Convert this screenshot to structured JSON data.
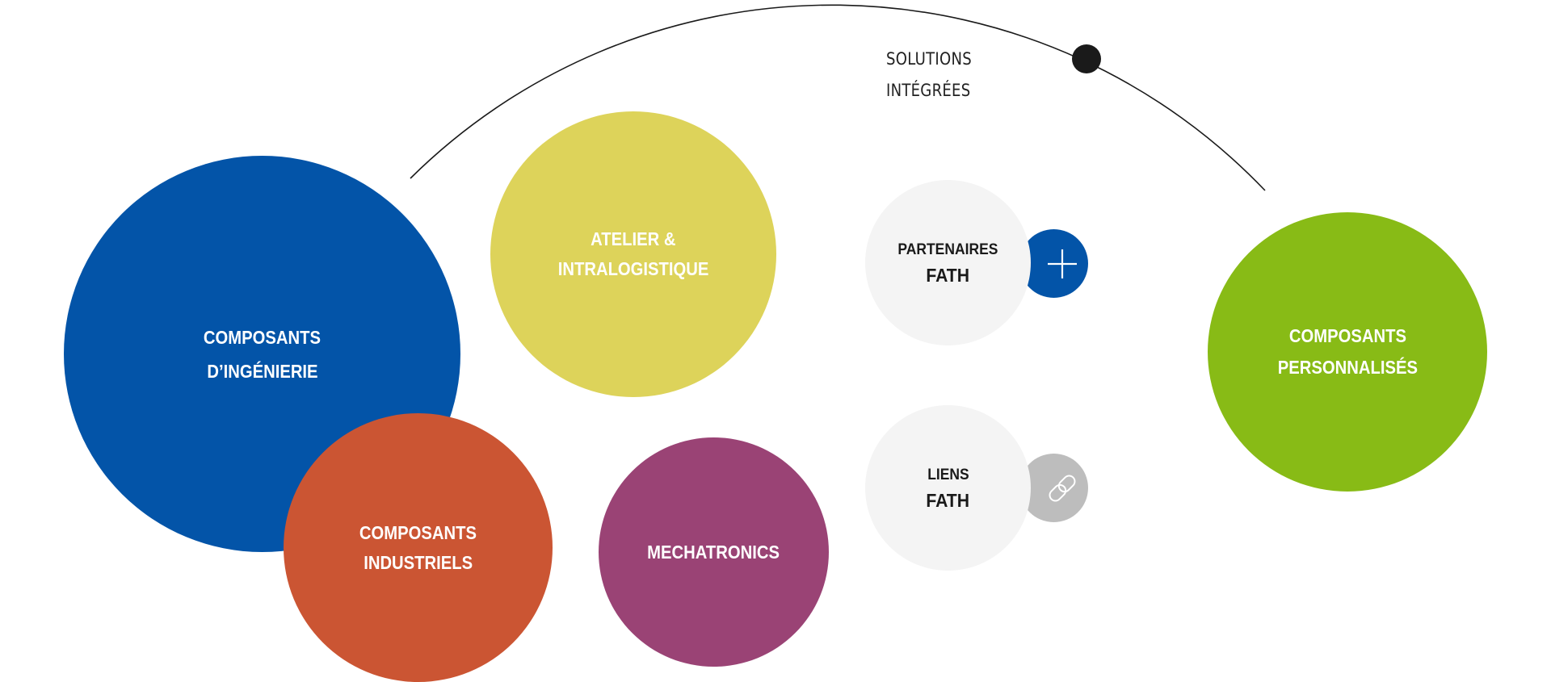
{
  "arc_label": {
    "line1": "SOLUTIONS",
    "line2": "INTÉGRÉES"
  },
  "colors": {
    "engineering_blue": "#0354a8",
    "industrial_orange": "#cb5533",
    "workshop_yellow": "#ddd35a",
    "mechatronics_purple": "#9a4375",
    "custom_green": "#88bb16",
    "fath_light": "#f4f4f4",
    "plus_badge_blue": "#0354a8",
    "link_badge_gray": "#bdbdbd",
    "arc_line": "#1a1a1a"
  },
  "circles": {
    "ingenierie": {
      "line1": "COMPOSANTS",
      "line2": "D’INGÉNIERIE"
    },
    "industriels": {
      "line1": "COMPOSANTS",
      "line2": "INDUSTRIELS"
    },
    "atelier": {
      "line1": "ATELIER &",
      "line2": "INTRALOGISTIQUE"
    },
    "mechatronics": {
      "line1": "MECHATRONICS"
    },
    "personnalises": {
      "line1": "COMPOSANTS",
      "line2": "PERSONNALISÉS"
    },
    "partenaires": {
      "line1": "PARTENAIRES",
      "line2": "FATH",
      "icon": "plus-icon"
    },
    "liens": {
      "line1": "LIENS",
      "line2": "FATH",
      "icon": "link-chain-icon"
    }
  }
}
